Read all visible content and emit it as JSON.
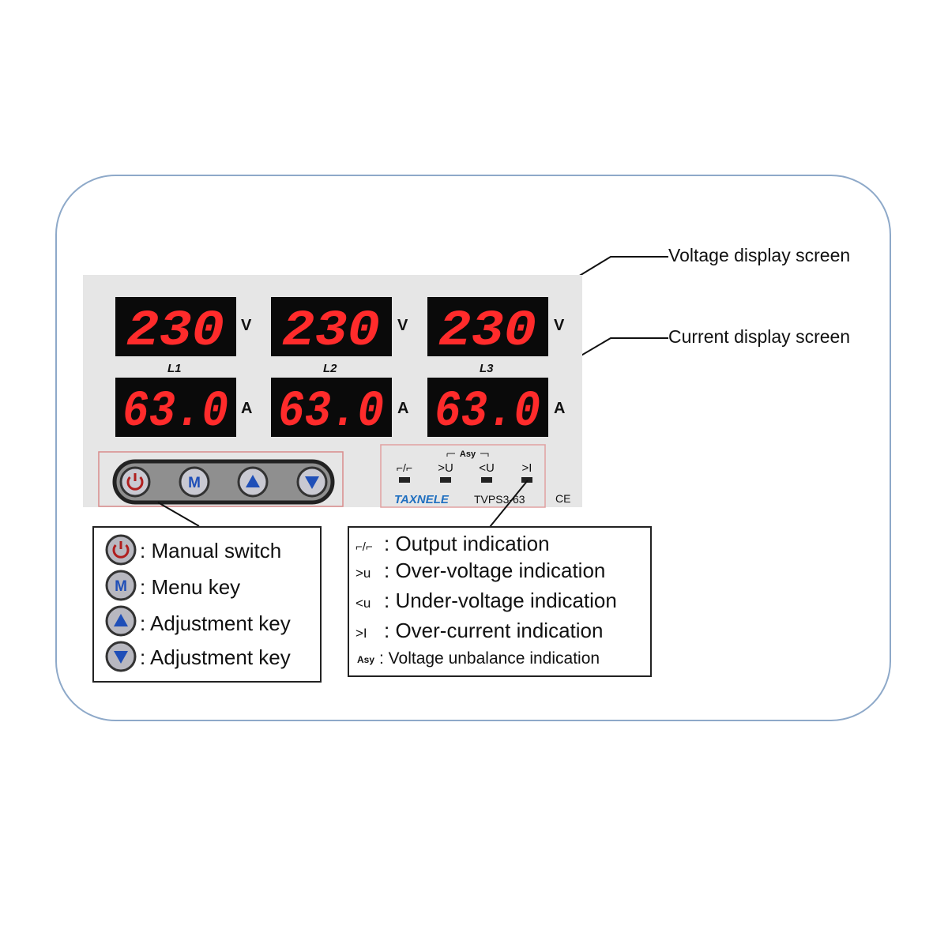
{
  "callouts": {
    "voltage": "Voltage display screen",
    "current": "Current display screen"
  },
  "panel": {
    "phases": [
      "L1",
      "L2",
      "L3"
    ],
    "voltage_readings": [
      "230",
      "230",
      "230"
    ],
    "current_readings": [
      "63.0",
      "63.0",
      "63.0"
    ],
    "voltage_unit": "V",
    "current_unit": "A",
    "buttons": [
      "power-icon",
      "menu-m-icon",
      "up-triangle-icon",
      "down-triangle-icon"
    ],
    "button_m_label": "M",
    "indicators": {
      "asy": "Asy",
      "output": "⌐/⌐",
      "over_voltage": ">U",
      "under_voltage": "<U",
      "over_current": ">I"
    },
    "brand": "TAXNELE",
    "model": "TVPS3-63",
    "ce": "CE"
  },
  "keys_legend": [
    {
      "icon": "power-icon",
      "text": ": Manual switch"
    },
    {
      "icon": "menu-m-icon",
      "text": ": Menu key"
    },
    {
      "icon": "up-triangle-icon",
      "text": ": Adjustment key"
    },
    {
      "icon": "down-triangle-icon",
      "text": ": Adjustment key"
    }
  ],
  "indicator_legend": [
    {
      "symbol": "⌐/⌐",
      "text": ": Output indication"
    },
    {
      "symbol": ">u",
      "text": ": Over-voltage indication"
    },
    {
      "symbol": "<u",
      "text": ": Under-voltage indication"
    },
    {
      "symbol": ">I",
      "text": " : Over-current indication"
    },
    {
      "symbol": "Asy",
      "text": " :  Voltage unbalance indication"
    }
  ],
  "colors": {
    "frame": "#8ea9c9",
    "panel": "#e6e6e6",
    "led_on": "#ff2b2b",
    "led_off": "#3a3a3a",
    "button_blue": "#1f4fb8",
    "button_red": "#b01e1e",
    "brand": "#1f6fc0",
    "box_border": "#e0a0a0"
  }
}
